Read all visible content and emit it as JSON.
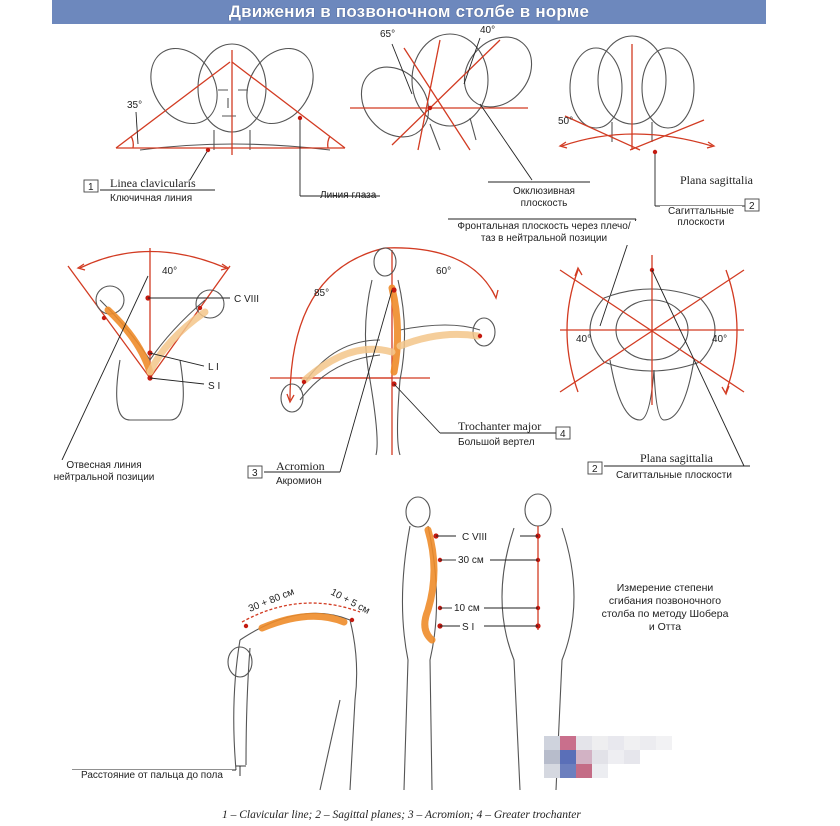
{
  "title": "Движения в позвоночном столбе в норме",
  "panel_head_front": {
    "angle": "35°",
    "box_num": "1",
    "label_latin": "Linea clavicularis",
    "label_ru": "Ключичная линия",
    "eye_line": "Линия глаза"
  },
  "panel_head_side": {
    "angle_a": "65°",
    "angle_b": "40°",
    "occlusal": "Окклюзивная плоскость"
  },
  "panel_head_rot": {
    "angle": "50°",
    "box_num": "2",
    "label_latin": "Plana sagittalia",
    "label_ru": "Сагиттальные плоскости"
  },
  "panel_lateral": {
    "angle": "40°",
    "c8": "C VIII",
    "l1": "L I",
    "s1": "S I",
    "plumb": "Отвесная линия нейтральной позиции"
  },
  "panel_flex": {
    "angle_flex": "85°",
    "angle_ext": "60°",
    "frontal": "Фронтальная плоскость через плечо/таз в нейтральной позиции",
    "box3": "3",
    "acromion_latin": "Acromion",
    "acromion_ru": "Акромион",
    "box4": "4",
    "trochanter_latin": "Trochanter major",
    "trochanter_ru": "Большой вертел"
  },
  "panel_rotation": {
    "angle_left": "40°",
    "angle_right": "40°",
    "box_num": "2",
    "label_latin": "Plana sagittalia",
    "label_ru": "Сагиттальные плоскости"
  },
  "panel_schober": {
    "range_a": "30 + 80 см",
    "range_b": "10 + 5 см",
    "c8": "C VIII",
    "cm30": "30 см",
    "cm10": "10 см",
    "s1": "S I",
    "description": "Измерение степени сгибания позвоночного столба по методу Шобера и Отта",
    "finger_floor": "Расстояние от пальца до пола"
  },
  "caption": "1 – Clavicular line; 2 – Sagittal planes; 3 – Acromion; 4 – Greater trochanter"
}
